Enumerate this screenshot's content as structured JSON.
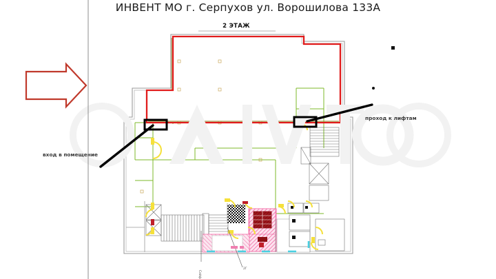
{
  "header": {
    "title": "ИНВЕНТ МО г. Серпухов ул. Ворошилова 133А",
    "floor_label": "2 ЭТАЖ"
  },
  "annotations": {
    "entrance_label": "вход в помещение",
    "lifts_label": "проход к лифтам",
    "watermark": "Avito"
  },
  "colors": {
    "lease_outline": "#e11b1b",
    "arrow_outline": "#c0392b",
    "wall_gray": "#9a9a9a",
    "partition_green": "#7db82a",
    "room_pink": "#f05a9b",
    "furniture_darkred": "#8e1015",
    "door_swing_yellow": "#f5e03a",
    "window_cyan": "#49cfe0",
    "annotation_black": "#000000",
    "text_gray": "#3a3a3a",
    "guide_line": "#8c8c8c"
  },
  "plan": {
    "type": "floor-plan",
    "building": "ИНВЕНТ",
    "city": "г. Серпухов",
    "street": "ул. Ворошилова 133А",
    "floor": 2,
    "lease_area_marked": true,
    "marked_doors": 2,
    "elevators": 3,
    "staircases": 2
  }
}
